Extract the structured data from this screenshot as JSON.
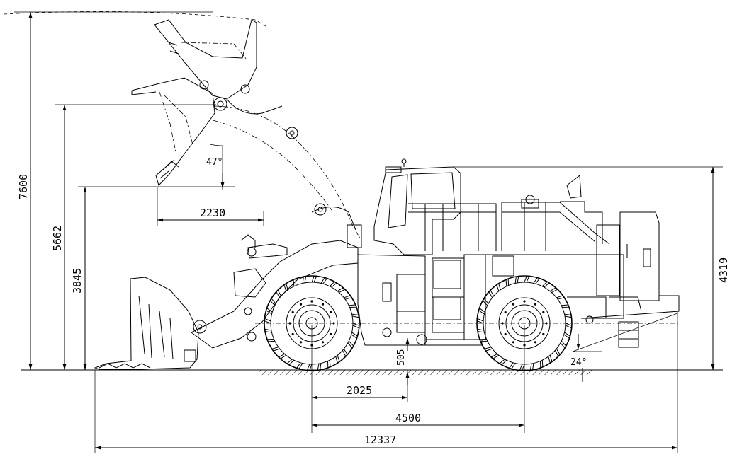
{
  "dimensions": {
    "max_height": "7600",
    "pin_height": "5662",
    "dump_clearance": "3845",
    "dump_reach": "2230",
    "dump_angle": "47°",
    "overall_height": "4319",
    "ground_clearance": "505",
    "front_axle_offset": "2025",
    "wheelbase": "4500",
    "overall_length": "12337",
    "departure_angle": "24°"
  }
}
